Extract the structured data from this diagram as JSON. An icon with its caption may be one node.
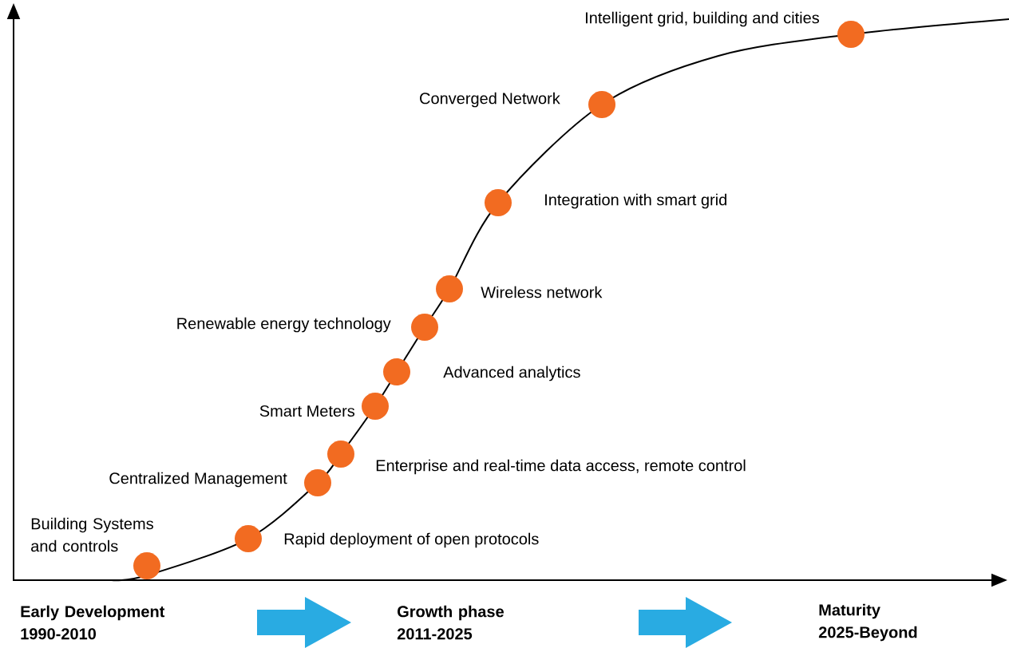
{
  "diagram": {
    "nodes": [
      {
        "text": [],
        "shape": "circle",
        "beside": [
          "Building Systems and controls"
        ]
      },
      {
        "text": [],
        "shape": "circle",
        "beside": [
          "Rapid deployment of open protocols"
        ]
      },
      {
        "text": [],
        "shape": "circle",
        "beside": [
          "Centralized Management"
        ]
      },
      {
        "text": [],
        "shape": "circle",
        "beside": [
          "Enterprise and real-time data access, remote control"
        ]
      },
      {
        "text": [],
        "shape": "circle",
        "beside": [
          "Smart Meters"
        ]
      },
      {
        "text": [],
        "shape": "circle",
        "beside": [
          "Advanced analytics"
        ]
      },
      {
        "text": [],
        "shape": "circle",
        "beside": [
          "Renewable energy technology"
        ]
      },
      {
        "text": [],
        "shape": "circle",
        "beside": [
          "Wireless network"
        ]
      },
      {
        "text": [],
        "shape": "circle",
        "beside": [
          "Integration with smart grid"
        ]
      },
      {
        "text": [],
        "shape": "circle",
        "beside": [
          "Converged Network"
        ]
      },
      {
        "text": [],
        "shape": "circle",
        "beside": [
          "Intelligent grid, building and cities"
        ]
      },
      {
        "text": [
          "Early Development",
          "1990-2010"
        ]
      },
      {
        "text": [
          "Growth phase",
          "2011-2025"
        ]
      },
      {
        "text": [
          "Maturity",
          "2025-Beyond"
        ]
      }
    ]
  }
}
